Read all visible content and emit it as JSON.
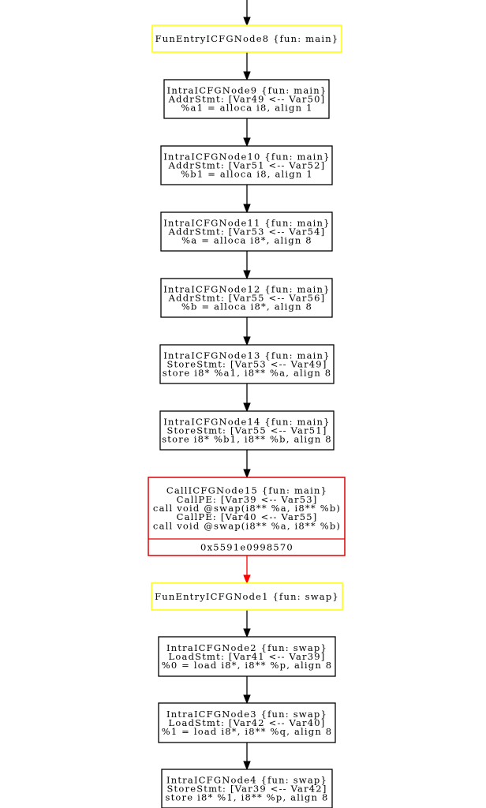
{
  "colors": {
    "entry_node_border": "#ffff00",
    "call_node_border": "#e00000",
    "normal_node_border": "#000000",
    "normal_edge": "#000000",
    "call_edge": "#ff0000"
  },
  "nodes": [
    {
      "kind": "entry",
      "lines": [
        "FunEntryICFGNode8 {fun: main}"
      ]
    },
    {
      "kind": "intra",
      "lines": [
        "IntraICFGNode9 {fun: main}",
        "AddrStmt: [Var49 <-- Var50]",
        "%a1 = alloca i8, align 1"
      ]
    },
    {
      "kind": "intra",
      "lines": [
        "IntraICFGNode10 {fun: main}",
        "AddrStmt: [Var51 <-- Var52]",
        "%b1 = alloca i8, align 1"
      ]
    },
    {
      "kind": "intra",
      "lines": [
        "IntraICFGNode11 {fun: main}",
        "AddrStmt: [Var53 <-- Var54]",
        "%a = alloca i8*, align 8"
      ]
    },
    {
      "kind": "intra",
      "lines": [
        "IntraICFGNode12 {fun: main}",
        "AddrStmt: [Var55 <-- Var56]",
        "%b = alloca i8*, align 8"
      ]
    },
    {
      "kind": "intra",
      "lines": [
        "IntraICFGNode13 {fun: main}",
        "StoreStmt: [Var53 <-- Var49]",
        "store i8* %a1, i8** %a, align 8"
      ]
    },
    {
      "kind": "intra",
      "lines": [
        "IntraICFGNode14 {fun: main}",
        "StoreStmt: [Var55 <-- Var51]",
        "store i8* %b1, i8** %b, align 8"
      ]
    },
    {
      "kind": "call",
      "lines": [
        "CallICFGNode15 {fun: main}",
        "CallPE: [Var39 <-- Var53]",
        "call void @swap(i8** %a, i8** %b)",
        "CallPE: [Var40 <-- Var55]",
        "call void @swap(i8** %a, i8** %b)"
      ],
      "footer": "0x5591e0998570"
    },
    {
      "kind": "entry",
      "lines": [
        "FunEntryICFGNode1 {fun: swap}"
      ]
    },
    {
      "kind": "intra",
      "lines": [
        "IntraICFGNode2 {fun: swap}",
        "LoadStmt: [Var41 <-- Var39]",
        "%0 = load i8*, i8** %p, align 8"
      ]
    },
    {
      "kind": "intra",
      "lines": [
        "IntraICFGNode3 {fun: swap}",
        "LoadStmt: [Var42 <-- Var40]",
        "%1 = load i8*, i8** %q, align 8"
      ]
    },
    {
      "kind": "intra",
      "lines": [
        "IntraICFGNode4 {fun: swap}",
        "StoreStmt: [Var39 <-- Var42]",
        "store i8* %1, i8** %p, align 8"
      ]
    }
  ],
  "edges": [
    {
      "to": 0,
      "style": "normal"
    },
    {
      "from": 0,
      "to": 1,
      "style": "normal"
    },
    {
      "from": 1,
      "to": 2,
      "style": "normal"
    },
    {
      "from": 2,
      "to": 3,
      "style": "normal"
    },
    {
      "from": 3,
      "to": 4,
      "style": "normal"
    },
    {
      "from": 4,
      "to": 5,
      "style": "normal"
    },
    {
      "from": 5,
      "to": 6,
      "style": "normal"
    },
    {
      "from": 6,
      "to": 7,
      "style": "normal"
    },
    {
      "from": 7,
      "to": 8,
      "style": "call"
    },
    {
      "from": 8,
      "to": 9,
      "style": "normal"
    },
    {
      "from": 9,
      "to": 10,
      "style": "normal"
    },
    {
      "from": 10,
      "to": 11,
      "style": "normal"
    }
  ]
}
